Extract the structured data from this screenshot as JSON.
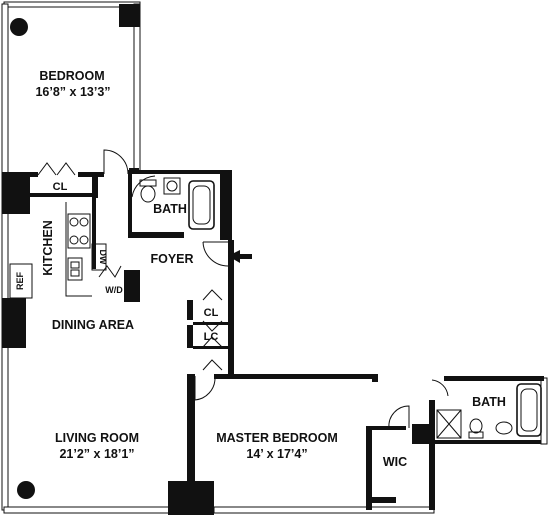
{
  "rooms": {
    "bedroom": {
      "name": "BEDROOM",
      "size": "16’8” x 13’3”"
    },
    "closet_bedroom": "CL",
    "bath_upper": "BATH",
    "kitchen": "KITCHEN",
    "dishwasher": "DW",
    "refrigerator": "REF",
    "washer_dryer": "W/D",
    "foyer": "FOYER",
    "closet_foyer": "CL",
    "linen_closet": "LC",
    "dining_area": "DINING AREA",
    "living_room": {
      "name": "LIVING ROOM",
      "size": "21’2” x 18’1”"
    },
    "master_bedroom": {
      "name": "MASTER BEDROOM",
      "size": "14’ x 17’4”"
    },
    "walk_in_closet": "WIC",
    "bath_master": "BATH"
  },
  "icons": {
    "entry": "entry-arrow-icon",
    "columns": "column-icon",
    "tub": "bathtub-icon",
    "toilet": "toilet-icon",
    "sink": "sink-icon",
    "range": "stove-icon",
    "shower": "shower-icon"
  }
}
